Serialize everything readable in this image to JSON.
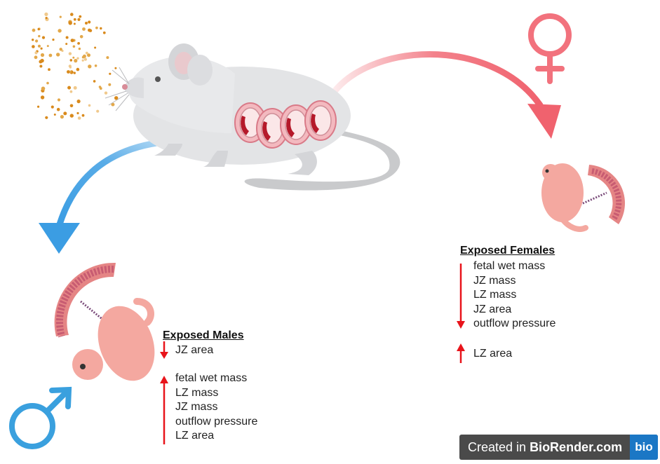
{
  "males": {
    "heading": "Exposed Males",
    "decreased": [
      "JZ area"
    ],
    "increased": [
      "fetal wet mass",
      "LZ mass",
      "JZ mass",
      "outflow pressure",
      "LZ area"
    ]
  },
  "females": {
    "heading": "Exposed Females",
    "decreased": [
      "fetal wet mass",
      "JZ mass",
      "LZ mass",
      "JZ area",
      "outflow pressure"
    ],
    "increased": [
      "LZ area"
    ]
  },
  "watermark": {
    "prefix": "Created in ",
    "brand": "BioRender.com",
    "logo": "bio"
  },
  "colors": {
    "male_arrow": "#3b9de3",
    "female_arrow": "#f0626e",
    "change_arrow": "#e8141b",
    "male_symbol": "#3aa0de",
    "female_symbol": "#f2727d"
  },
  "icons": [
    "particles-icon",
    "pregnant-mouse-icon",
    "female-symbol-icon",
    "male-symbol-icon",
    "fetus-placenta-icon",
    "down-arrow-icon",
    "up-arrow-icon"
  ]
}
